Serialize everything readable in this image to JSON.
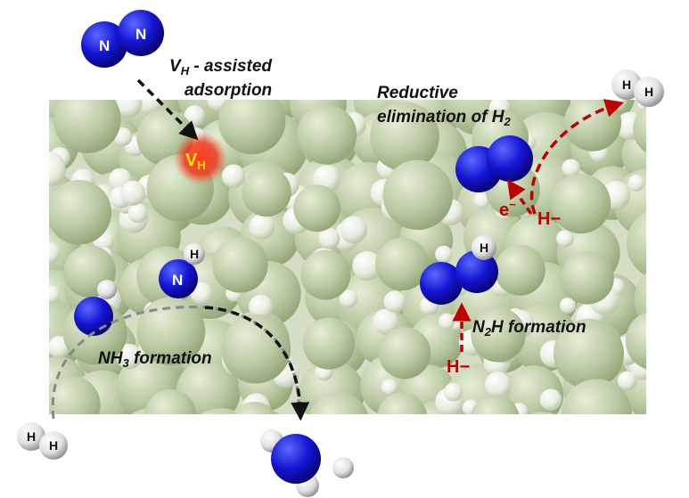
{
  "labels": {
    "vh_assisted": {
      "main": "V",
      "sub": "H",
      "rest": " - assisted",
      "line2": "adsorption"
    },
    "reductive": {
      "line1": "Reductive",
      "line2": "elimination of H",
      "sub": "2"
    },
    "vacancy": {
      "main": "V",
      "sub": "H"
    },
    "n2h": {
      "main": "N",
      "sub": "2",
      "rest": "H formation"
    },
    "nh3": {
      "main": "NH",
      "sub": "3",
      "rest": " formation"
    },
    "electron": "e",
    "electron_sup": "−",
    "hydride_top": "H−",
    "hydride_bottom": "H−"
  },
  "atoms": {
    "n": "N",
    "h": "H"
  },
  "colors": {
    "surface": "#b8c8a0",
    "nitrogen": "#1414d2",
    "hydride_arrow": "#c00000",
    "vacancy_glow": "#ff3020"
  }
}
